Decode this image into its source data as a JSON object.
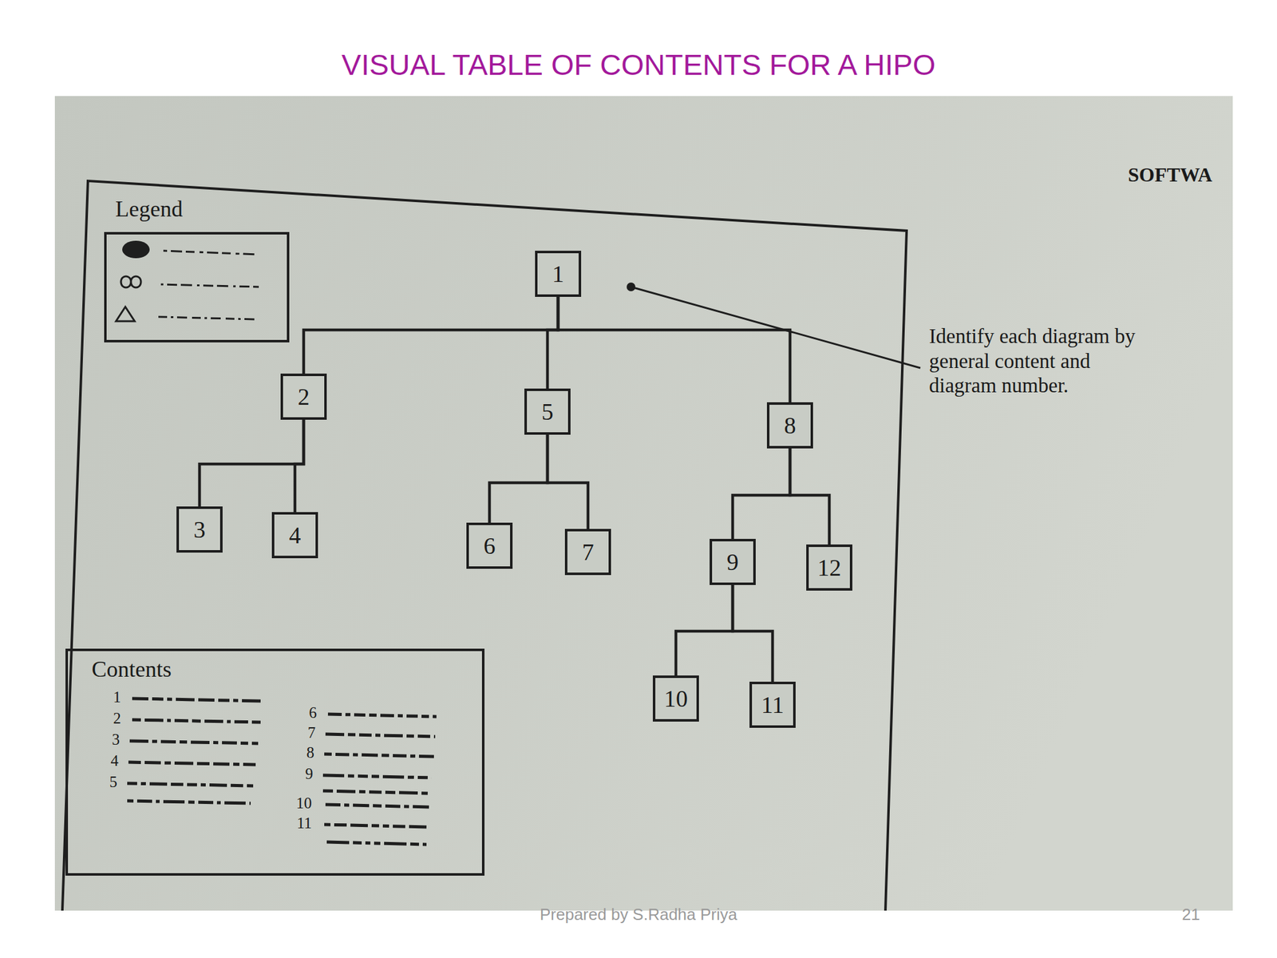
{
  "diagram": {
    "title": "VISUAL TABLE OF CONTENTS FOR A HIPO",
    "nodes": [
      {
        "text": [
          "Legend"
        ]
      },
      {
        "text": [
          "1"
        ]
      },
      {
        "text": [
          "2"
        ]
      },
      {
        "text": [
          "5"
        ]
      },
      {
        "text": [
          "8"
        ]
      },
      {
        "text": [
          "3"
        ]
      },
      {
        "text": [
          "4"
        ]
      },
      {
        "text": [
          "6"
        ]
      },
      {
        "text": [
          "7"
        ]
      },
      {
        "text": [
          "9"
        ]
      },
      {
        "text": [
          "12"
        ]
      },
      {
        "text": [
          "10"
        ]
      },
      {
        "text": [
          "11"
        ]
      },
      {
        "text": [
          "Contents"
        ]
      }
    ],
    "edges": [
      {
        "from": 1,
        "to": 2,
        "arrow": "none"
      },
      {
        "from": 1,
        "to": 3,
        "arrow": "none"
      },
      {
        "from": 1,
        "to": 4,
        "arrow": "none"
      },
      {
        "from": 2,
        "to": 5,
        "arrow": "none"
      },
      {
        "from": 2,
        "to": 6,
        "arrow": "none"
      },
      {
        "from": 3,
        "to": 7,
        "arrow": "none"
      },
      {
        "from": 3,
        "to": 8,
        "arrow": "none"
      },
      {
        "from": 4,
        "to": 9,
        "arrow": "none"
      },
      {
        "from": 4,
        "to": 10,
        "arrow": "none"
      },
      {
        "from": 9,
        "to": 11,
        "arrow": "none"
      },
      {
        "from": 9,
        "to": 12,
        "arrow": "none"
      }
    ],
    "labels": [
      "SOFTWA",
      "Identify each diagram by general content and diagram number.",
      "1",
      "2",
      "3",
      "4",
      "5",
      "6",
      "7",
      "8",
      "9",
      "10",
      "11",
      "Prepared by S.Radha Priya",
      "21"
    ]
  }
}
